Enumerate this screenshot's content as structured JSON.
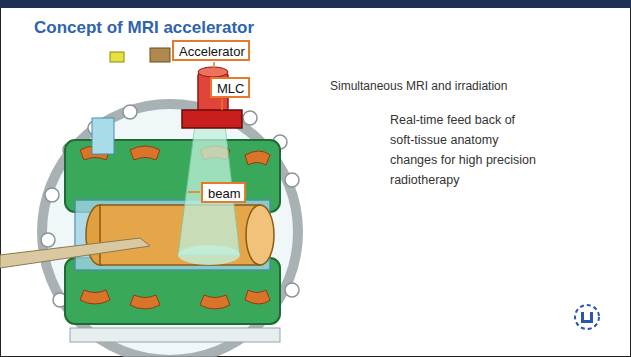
{
  "diagram": {
    "title": "Concept of MRI accelerator",
    "nodes": [
      {
        "text": [
          "Accelerator"
        ]
      },
      {
        "text": [
          "MLC"
        ]
      },
      {
        "text": [
          "beam"
        ]
      }
    ],
    "labels": [
      "Simultaneous MRI and irradiation",
      "Real-time feed back of soft-tissue anatomy changes for high precision radiotherapy"
    ]
  }
}
